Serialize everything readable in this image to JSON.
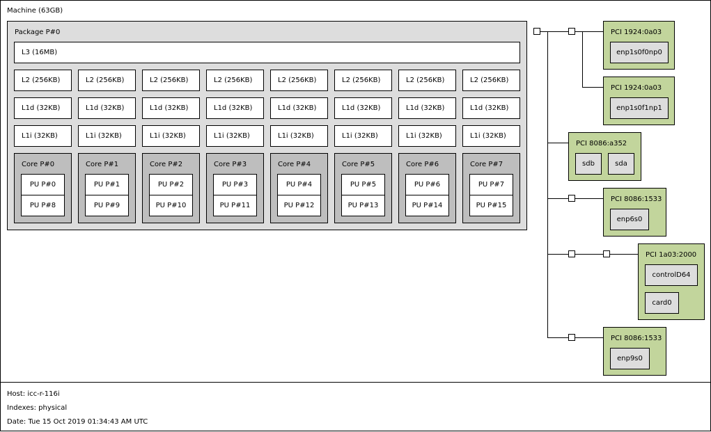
{
  "machine": {
    "label": "Machine (63GB)"
  },
  "package": {
    "label": "Package P#0",
    "l3": "L3 (16MB)",
    "l2": [
      "L2 (256KB)",
      "L2 (256KB)",
      "L2 (256KB)",
      "L2 (256KB)",
      "L2 (256KB)",
      "L2 (256KB)",
      "L2 (256KB)",
      "L2 (256KB)"
    ],
    "l1d": [
      "L1d (32KB)",
      "L1d (32KB)",
      "L1d (32KB)",
      "L1d (32KB)",
      "L1d (32KB)",
      "L1d (32KB)",
      "L1d (32KB)",
      "L1d (32KB)"
    ],
    "l1i": [
      "L1i (32KB)",
      "L1i (32KB)",
      "L1i (32KB)",
      "L1i (32KB)",
      "L1i (32KB)",
      "L1i (32KB)",
      "L1i (32KB)",
      "L1i (32KB)"
    ],
    "cores": [
      {
        "label": "Core P#0",
        "pus": [
          "PU P#0",
          "PU P#8"
        ]
      },
      {
        "label": "Core P#1",
        "pus": [
          "PU P#1",
          "PU P#9"
        ]
      },
      {
        "label": "Core P#2",
        "pus": [
          "PU P#2",
          "PU P#10"
        ]
      },
      {
        "label": "Core P#3",
        "pus": [
          "PU P#3",
          "PU P#11"
        ]
      },
      {
        "label": "Core P#4",
        "pus": [
          "PU P#4",
          "PU P#12"
        ]
      },
      {
        "label": "Core P#5",
        "pus": [
          "PU P#5",
          "PU P#13"
        ]
      },
      {
        "label": "Core P#6",
        "pus": [
          "PU P#6",
          "PU P#14"
        ]
      },
      {
        "label": "Core P#7",
        "pus": [
          "PU P#7",
          "PU P#15"
        ]
      }
    ]
  },
  "pci": [
    {
      "label": "PCI 1924:0a03",
      "children": [
        "enp1s0f0np0"
      ]
    },
    {
      "label": "PCI 1924:0a03",
      "children": [
        "enp1s0f1np1"
      ]
    },
    {
      "label": "PCI 8086:a352",
      "children": [
        "sdb",
        "sda"
      ]
    },
    {
      "label": "PCI 8086:1533",
      "children": [
        "enp6s0"
      ]
    },
    {
      "label": "PCI 1a03:2000",
      "children": [
        "controlD64",
        "card0"
      ]
    },
    {
      "label": "PCI 8086:1533",
      "children": [
        "enp9s0"
      ]
    }
  ],
  "legend": {
    "host": "Host: icc-r-116i",
    "indexes": "Indexes: physical",
    "date": "Date: Tue 15 Oct 2019 01:34:43 AM UTC"
  },
  "colors": {
    "package": "#dddddd",
    "cache": "#ffffff",
    "core": "#bebebe",
    "pu": "#ffffff",
    "pci_device": "#c2d59c",
    "os_device": "#dddddd"
  }
}
